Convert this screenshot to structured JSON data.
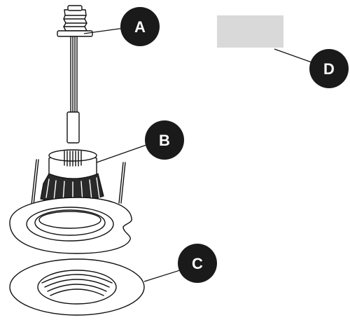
{
  "callouts": {
    "a": {
      "label": "A"
    },
    "b": {
      "label": "B"
    },
    "c": {
      "label": "C"
    },
    "d": {
      "label": "D"
    }
  },
  "colors": {
    "ink": "#111111",
    "callout_fill": "#1a1a1a",
    "callout_text": "#ffffff",
    "label_patch": "#d9d9d9"
  }
}
